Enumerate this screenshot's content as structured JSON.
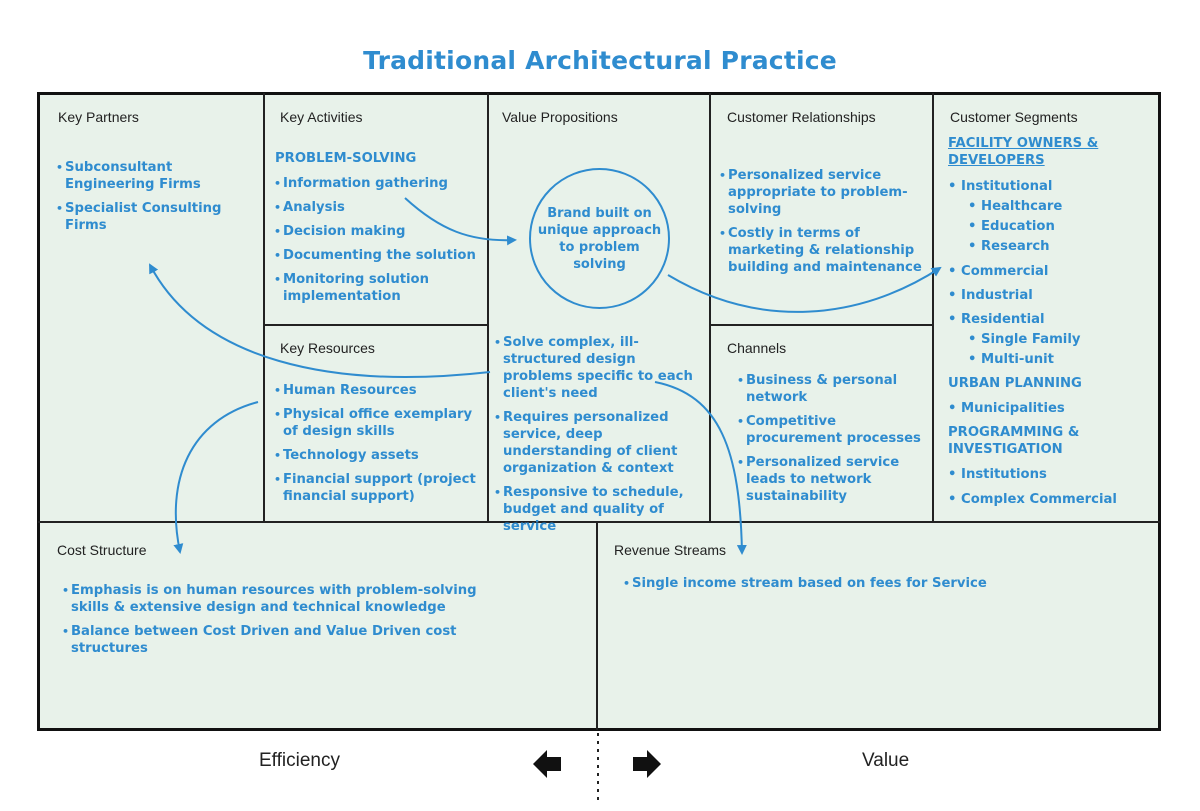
{
  "title": "Traditional Architectural Practice",
  "colors": {
    "accent": "#2f8ccf",
    "canvas_bg": "#e8f2ea",
    "border": "#111111"
  },
  "key_partners": {
    "heading": "Key Partners",
    "items": [
      "Subconsultant Engineering Firms",
      "Specialist Consulting Firms"
    ]
  },
  "key_activities": {
    "heading": "Key Activities",
    "subheading": "PROBLEM-SOLVING",
    "items": [
      "Information gathering",
      "Analysis",
      "Decision making",
      "Documenting the solution",
      "Monitoring solution implementation"
    ]
  },
  "key_resources": {
    "heading": "Key Resources",
    "items": [
      "Human Resources",
      "Physical office exemplary of design skills",
      "Technology assets",
      "Financial support (project financial support)"
    ]
  },
  "value_propositions": {
    "heading": "Value Propositions",
    "circle_text": "Brand built on unique approach to problem solving",
    "items": [
      "Solve complex, ill-structured design problems specific to each client's need",
      "Requires personalized service, deep understanding of client organization & context",
      "Responsive to schedule, budget and quality of service"
    ]
  },
  "customer_relationships": {
    "heading": "Customer Relationships",
    "items": [
      "Personalized service appropriate to problem-solving",
      "Costly in terms of marketing & relationship building and maintenance"
    ]
  },
  "channels": {
    "heading": "Channels",
    "items": [
      "Business & personal network",
      "Competitive procurement processes",
      "Personalized service leads to network sustainability"
    ]
  },
  "customer_segments": {
    "heading": "Customer Segments",
    "facility_heading": "FACILITY OWNERS & DEVELOPERS",
    "institutional": "Institutional",
    "institutional_sub": [
      "Healthcare",
      "Education",
      "Research"
    ],
    "commercial": "Commercial",
    "industrial": "Industrial",
    "residential": "Residential",
    "residential_sub": [
      "Single Family",
      "Multi-unit"
    ],
    "urban_heading": "URBAN PLANNING",
    "municipalities": "Municipalities",
    "programming_heading": "PROGRAMMING & INVESTIGATION",
    "institutions": "Institutions",
    "complex_commercial": "Complex Commercial"
  },
  "cost_structure": {
    "heading": "Cost Structure",
    "items": [
      "Emphasis is on human resources with problem-solving skills & extensive design and technical knowledge",
      "Balance between Cost Driven and Value Driven cost structures"
    ]
  },
  "revenue_streams": {
    "heading": "Revenue Streams",
    "items": [
      "Single income stream based on fees for Service"
    ]
  },
  "footer": {
    "left_label": "Efficiency",
    "right_label": "Value"
  }
}
